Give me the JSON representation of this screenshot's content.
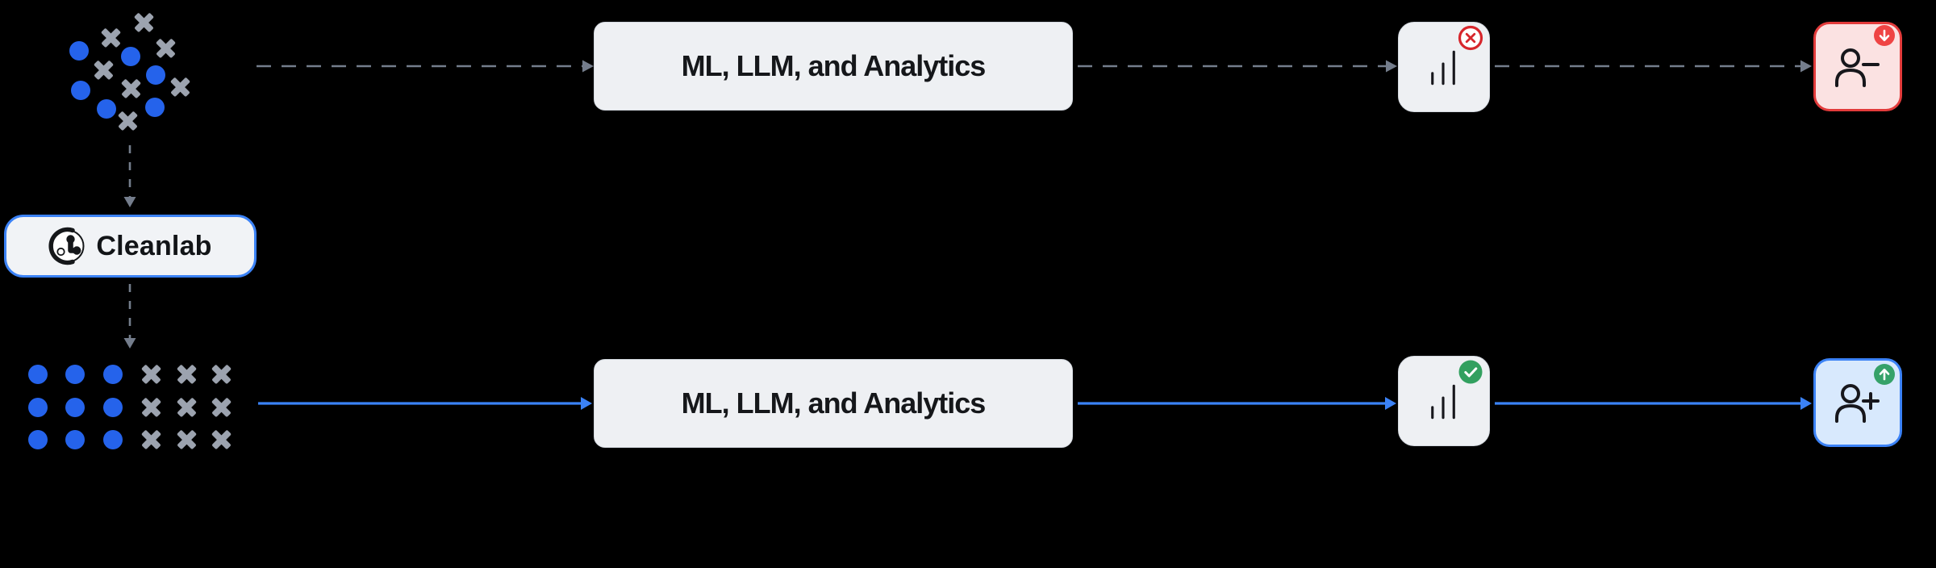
{
  "diagram": {
    "cleanlab": {
      "label": "Cleanlab",
      "logo": "cleanlab-logo"
    },
    "top_flow": {
      "name": "without-cleanlab",
      "input_icon": "noisy-dataset-scatter",
      "process_label": "ML, LLM, and Analytics",
      "result_icon": "bar-chart-icon",
      "result_badge": "x-circle",
      "outcome_icon": "user-minus-icon",
      "outcome_badge": "arrow-down-circle",
      "arrow_style": "dashed-gray"
    },
    "bottom_flow": {
      "name": "with-cleanlab",
      "input_icon": "cleaned-dataset-grid",
      "process_label": "ML, LLM, and Analytics",
      "result_icon": "bar-chart-icon",
      "result_badge": "check-circle",
      "outcome_icon": "user-plus-icon",
      "outcome_badge": "arrow-up-circle",
      "arrow_style": "solid-blue"
    }
  },
  "clusters": {
    "noisy": {
      "dots": [
        [
          98,
          63
        ],
        [
          162,
          70
        ],
        [
          193,
          93
        ],
        [
          100,
          112
        ],
        [
          132,
          135
        ],
        [
          192,
          133
        ]
      ],
      "crosses": [
        [
          178,
          28
        ],
        [
          137,
          47
        ],
        [
          205,
          60
        ],
        [
          128,
          87
        ],
        [
          162,
          110
        ],
        [
          223,
          108
        ],
        [
          158,
          150
        ]
      ]
    },
    "clean": {
      "dots": [
        [
          47,
          464
        ],
        [
          93,
          464
        ],
        [
          140,
          464
        ],
        [
          47,
          505
        ],
        [
          93,
          505
        ],
        [
          140,
          505
        ],
        [
          47,
          545
        ],
        [
          93,
          545
        ],
        [
          140,
          545
        ]
      ],
      "crosses": [
        [
          187,
          464
        ],
        [
          231,
          464
        ],
        [
          274,
          464
        ],
        [
          187,
          505
        ],
        [
          231,
          505
        ],
        [
          274,
          505
        ],
        [
          187,
          545
        ],
        [
          231,
          545
        ],
        [
          274,
          545
        ]
      ]
    }
  },
  "colors": {
    "background": "#000000",
    "dot_blue": "#2563eb",
    "cross_gray": "#9ca3af",
    "arrow_gray": "#747d8c",
    "accent_blue": "#3b82f6",
    "red": "#e23b3b",
    "red_ring": "#d7262c",
    "red_badge": "#ef4444",
    "green": "#32a05f",
    "box_bg": "#eef0f3",
    "red_box_bg": "#fbe2e2",
    "blue_box_bg": "#d8e9fd"
  }
}
